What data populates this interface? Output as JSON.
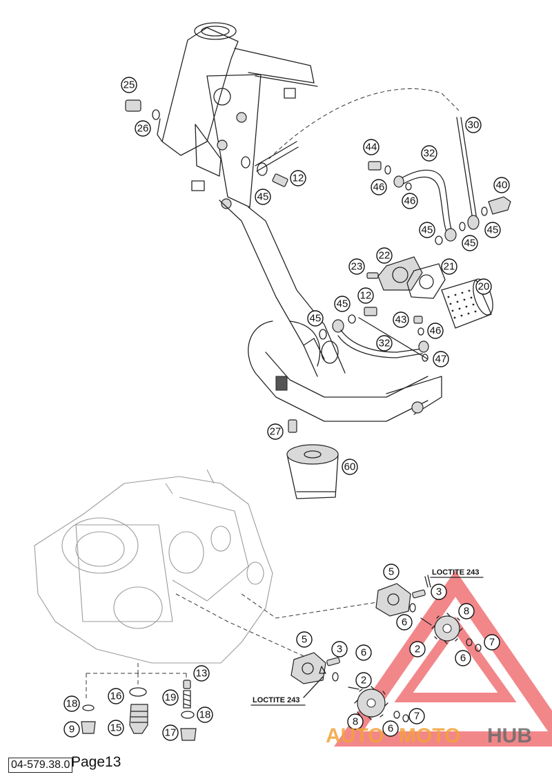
{
  "parts": [
    {
      "id": "25",
      "label": "25"
    },
    {
      "id": "26",
      "label": "26"
    },
    {
      "id": "12a",
      "label": "12"
    },
    {
      "id": "45a",
      "label": "45"
    },
    {
      "id": "44",
      "label": "44"
    },
    {
      "id": "32a",
      "label": "32"
    },
    {
      "id": "30",
      "label": "30"
    },
    {
      "id": "46a",
      "label": "46"
    },
    {
      "id": "46b",
      "label": "46"
    },
    {
      "id": "40",
      "label": "40"
    },
    {
      "id": "45b",
      "label": "45"
    },
    {
      "id": "45c",
      "label": "45"
    },
    {
      "id": "45d",
      "label": "45"
    },
    {
      "id": "22",
      "label": "22"
    },
    {
      "id": "23",
      "label": "23"
    },
    {
      "id": "21",
      "label": "21"
    },
    {
      "id": "20",
      "label": "20"
    },
    {
      "id": "12b",
      "label": "12"
    },
    {
      "id": "45e",
      "label": "45"
    },
    {
      "id": "45f",
      "label": "45"
    },
    {
      "id": "43",
      "label": "43"
    },
    {
      "id": "46c",
      "label": "46"
    },
    {
      "id": "32b",
      "label": "32"
    },
    {
      "id": "47",
      "label": "47"
    },
    {
      "id": "27",
      "label": "27"
    },
    {
      "id": "60",
      "label": "60"
    },
    {
      "id": "5a",
      "label": "5"
    },
    {
      "id": "3a",
      "label": "3"
    },
    {
      "id": "8a",
      "label": "8"
    },
    {
      "id": "6a",
      "label": "6"
    },
    {
      "id": "2a",
      "label": "2"
    },
    {
      "id": "6b",
      "label": "6"
    },
    {
      "id": "7a",
      "label": "7"
    },
    {
      "id": "5b",
      "label": "5"
    },
    {
      "id": "3b",
      "label": "3"
    },
    {
      "id": "6c",
      "label": "6"
    },
    {
      "id": "2b",
      "label": "2"
    },
    {
      "id": "8b",
      "label": "8"
    },
    {
      "id": "7b",
      "label": "7"
    },
    {
      "id": "6d",
      "label": "6"
    },
    {
      "id": "13",
      "label": "13"
    },
    {
      "id": "18a",
      "label": "18"
    },
    {
      "id": "16",
      "label": "16"
    },
    {
      "id": "19",
      "label": "19"
    },
    {
      "id": "18b",
      "label": "18"
    },
    {
      "id": "9",
      "label": "9"
    },
    {
      "id": "15",
      "label": "15"
    },
    {
      "id": "17",
      "label": "17"
    }
  ],
  "notes": {
    "loctite_top": "LOCTITE 243",
    "loctite_bottom": "LOCTITE 243"
  },
  "footer": {
    "drawing_number": "04-579.38.0",
    "page": "Page13"
  },
  "watermark": {
    "part1": "AUTO",
    "part2": "MOTO",
    "part3": "HUB",
    "color_red": "#e8262b",
    "color_orange": "#f2a33a",
    "color_gray": "#6b6b6b"
  }
}
